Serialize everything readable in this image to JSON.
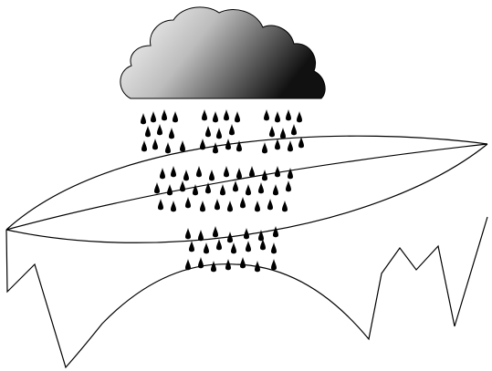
{
  "figure": {
    "elements": [
      {
        "name": "rain-cloud-icon",
        "fill_light": "#ffffff",
        "fill_dark": "#111111",
        "stroke": "#000000"
      },
      {
        "name": "rain-drops",
        "color": "#000000"
      },
      {
        "name": "lens-shape",
        "stroke": "#000000"
      },
      {
        "name": "terrain-profile",
        "stroke": "#000000"
      }
    ]
  }
}
